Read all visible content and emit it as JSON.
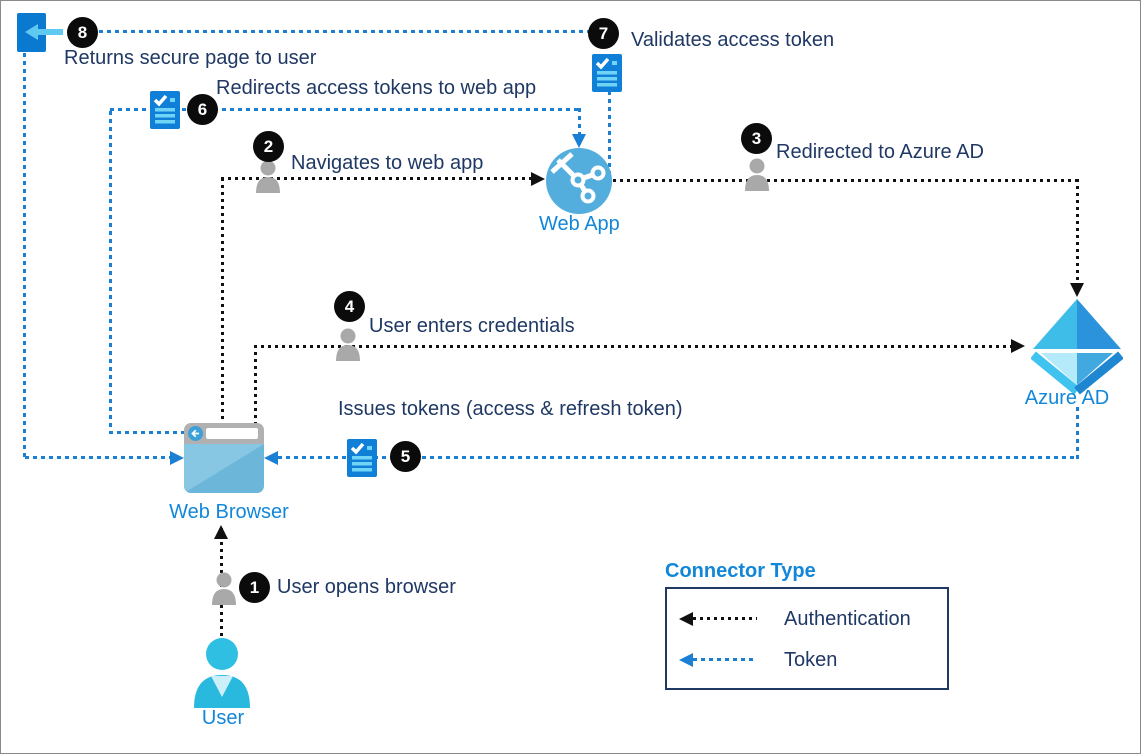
{
  "diagram": {
    "description": "Azure AD web app authentication flow",
    "nodes": {
      "user": {
        "label": "User"
      },
      "web_browser": {
        "label": "Web Browser"
      },
      "web_app": {
        "label": "Web App"
      },
      "azure_ad": {
        "label": "Azure AD"
      }
    },
    "steps": [
      {
        "num": "1",
        "text": "User opens browser"
      },
      {
        "num": "2",
        "text": "Navigates to web app"
      },
      {
        "num": "3",
        "text": "Redirected to Azure AD"
      },
      {
        "num": "4",
        "text": "User enters credentials"
      },
      {
        "num": "5",
        "text": "Issues tokens (access & refresh token)"
      },
      {
        "num": "6",
        "text": "Redirects access tokens to web app"
      },
      {
        "num": "7",
        "text": "Validates access token"
      },
      {
        "num": "8",
        "text": "Returns secure page to user"
      }
    ],
    "legend": {
      "title": "Connector Type",
      "items": [
        {
          "label": "Authentication",
          "connector_color": "#111111",
          "style": "dotted-arrow"
        },
        {
          "label": "Token",
          "connector_color": "#1b7fd4",
          "style": "dotted-arrow"
        }
      ]
    },
    "icons": {
      "secure_page": "secure-page-icon",
      "token": "token-icon",
      "actor": "user-silhouette-icon",
      "web_app": "globe-network-icon",
      "azure_ad": "azure-ad-diamond-icon",
      "web_browser": "browser-window-icon",
      "user_person": "person-icon"
    },
    "colors": {
      "note_text": "#1f3864",
      "node_label": "#1287d9",
      "token_connector": "#1b7fd4",
      "auth_connector": "#111111",
      "badge_bg": "#0b0b0b",
      "badge_text": "#ffffff",
      "token_icon_bg": "#0f7fd7",
      "token_icon_lines": "#6fd4f6"
    }
  }
}
